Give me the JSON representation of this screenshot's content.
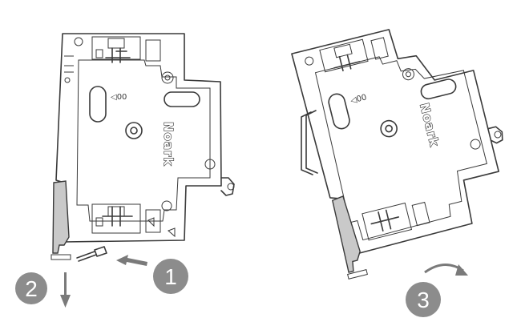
{
  "steps": [
    {
      "number": "1",
      "color": "#8c8c8c"
    },
    {
      "number": "2",
      "color": "#8c8c8c"
    },
    {
      "number": "3",
      "color": "#8c8c8c"
    }
  ],
  "device": {
    "brand_label": "Noark",
    "direction_mark": "◁00"
  },
  "icons": [
    "step-arrow-icon",
    "down-arrow-icon",
    "rotate-arrow-icon",
    "screw-icon",
    "din-rail-icon"
  ]
}
